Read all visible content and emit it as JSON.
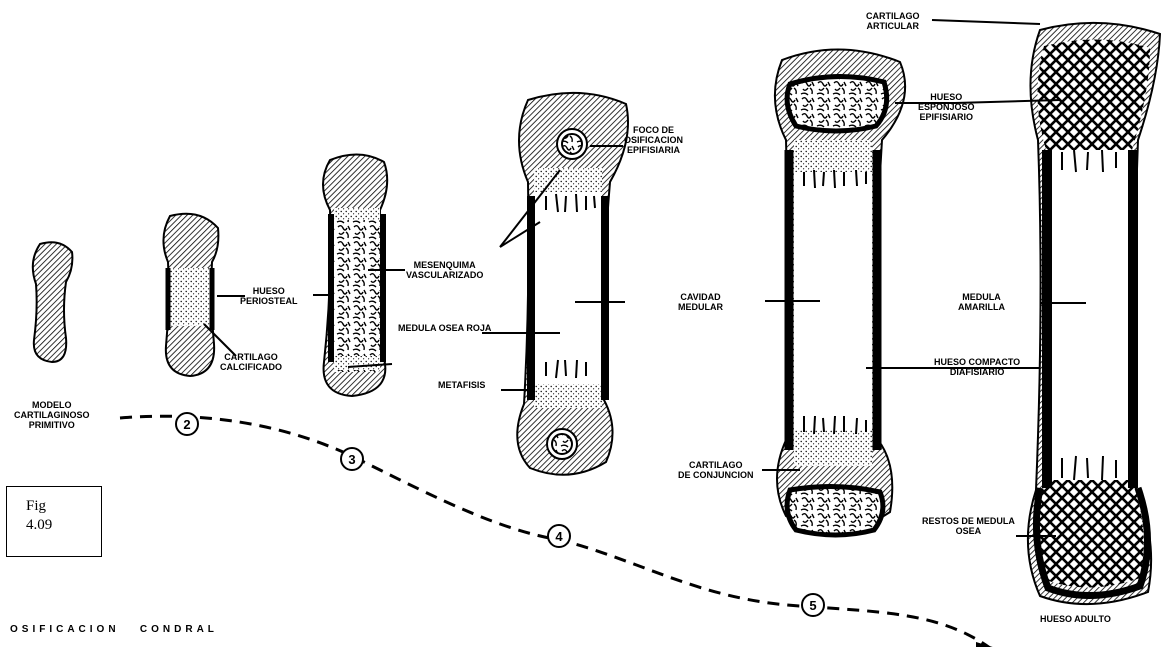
{
  "figure": {
    "caption_line1": "Fig",
    "caption_line2": "4.09",
    "title_word1": "OSIFICACION",
    "title_word2": "CONDRAL"
  },
  "stages": [
    {
      "marker": "2"
    },
    {
      "marker": "3"
    },
    {
      "marker": "4"
    },
    {
      "marker": "5"
    }
  ],
  "labels": {
    "modelo": [
      "MODELO",
      "CARTILAGINOSO",
      "PRIMITIVO"
    ],
    "hueso_periosteal": [
      "HUESO",
      "PERIOSTEAL"
    ],
    "cartilago_calcificado": [
      "CARTILAGO",
      "CALCIFICADO"
    ],
    "mesenquima": [
      "MESENQUIMA",
      "VASCULARIZADO"
    ],
    "medula_osea_roja": [
      "MEDULA OSEA ROJA"
    ],
    "metafisis": [
      "METAFISIS"
    ],
    "foco": [
      "FOCO DE",
      "OSIFICACION",
      "EPIFISIARIA"
    ],
    "cavidad": [
      "CAVIDAD",
      "MEDULAR"
    ],
    "cartilago_conjuncion": [
      "CARTILAGO",
      "DE CONJUNCION"
    ],
    "cartilago_articular": [
      "CARTILAGO",
      "ARTICULAR"
    ],
    "hueso_esponjoso": [
      "HUESO",
      "ESPONJOSO",
      "EPIFISIARIO"
    ],
    "medula_amarilla": [
      "MEDULA",
      "AMARILLA"
    ],
    "hueso_compacto": [
      "HUESO COMPACTO",
      "DIAFISIARIO"
    ],
    "restos_medula": [
      "RESTOS DE MEDULA",
      "OSEA"
    ],
    "hueso_adulto": [
      "HUESO ADULTO"
    ]
  }
}
